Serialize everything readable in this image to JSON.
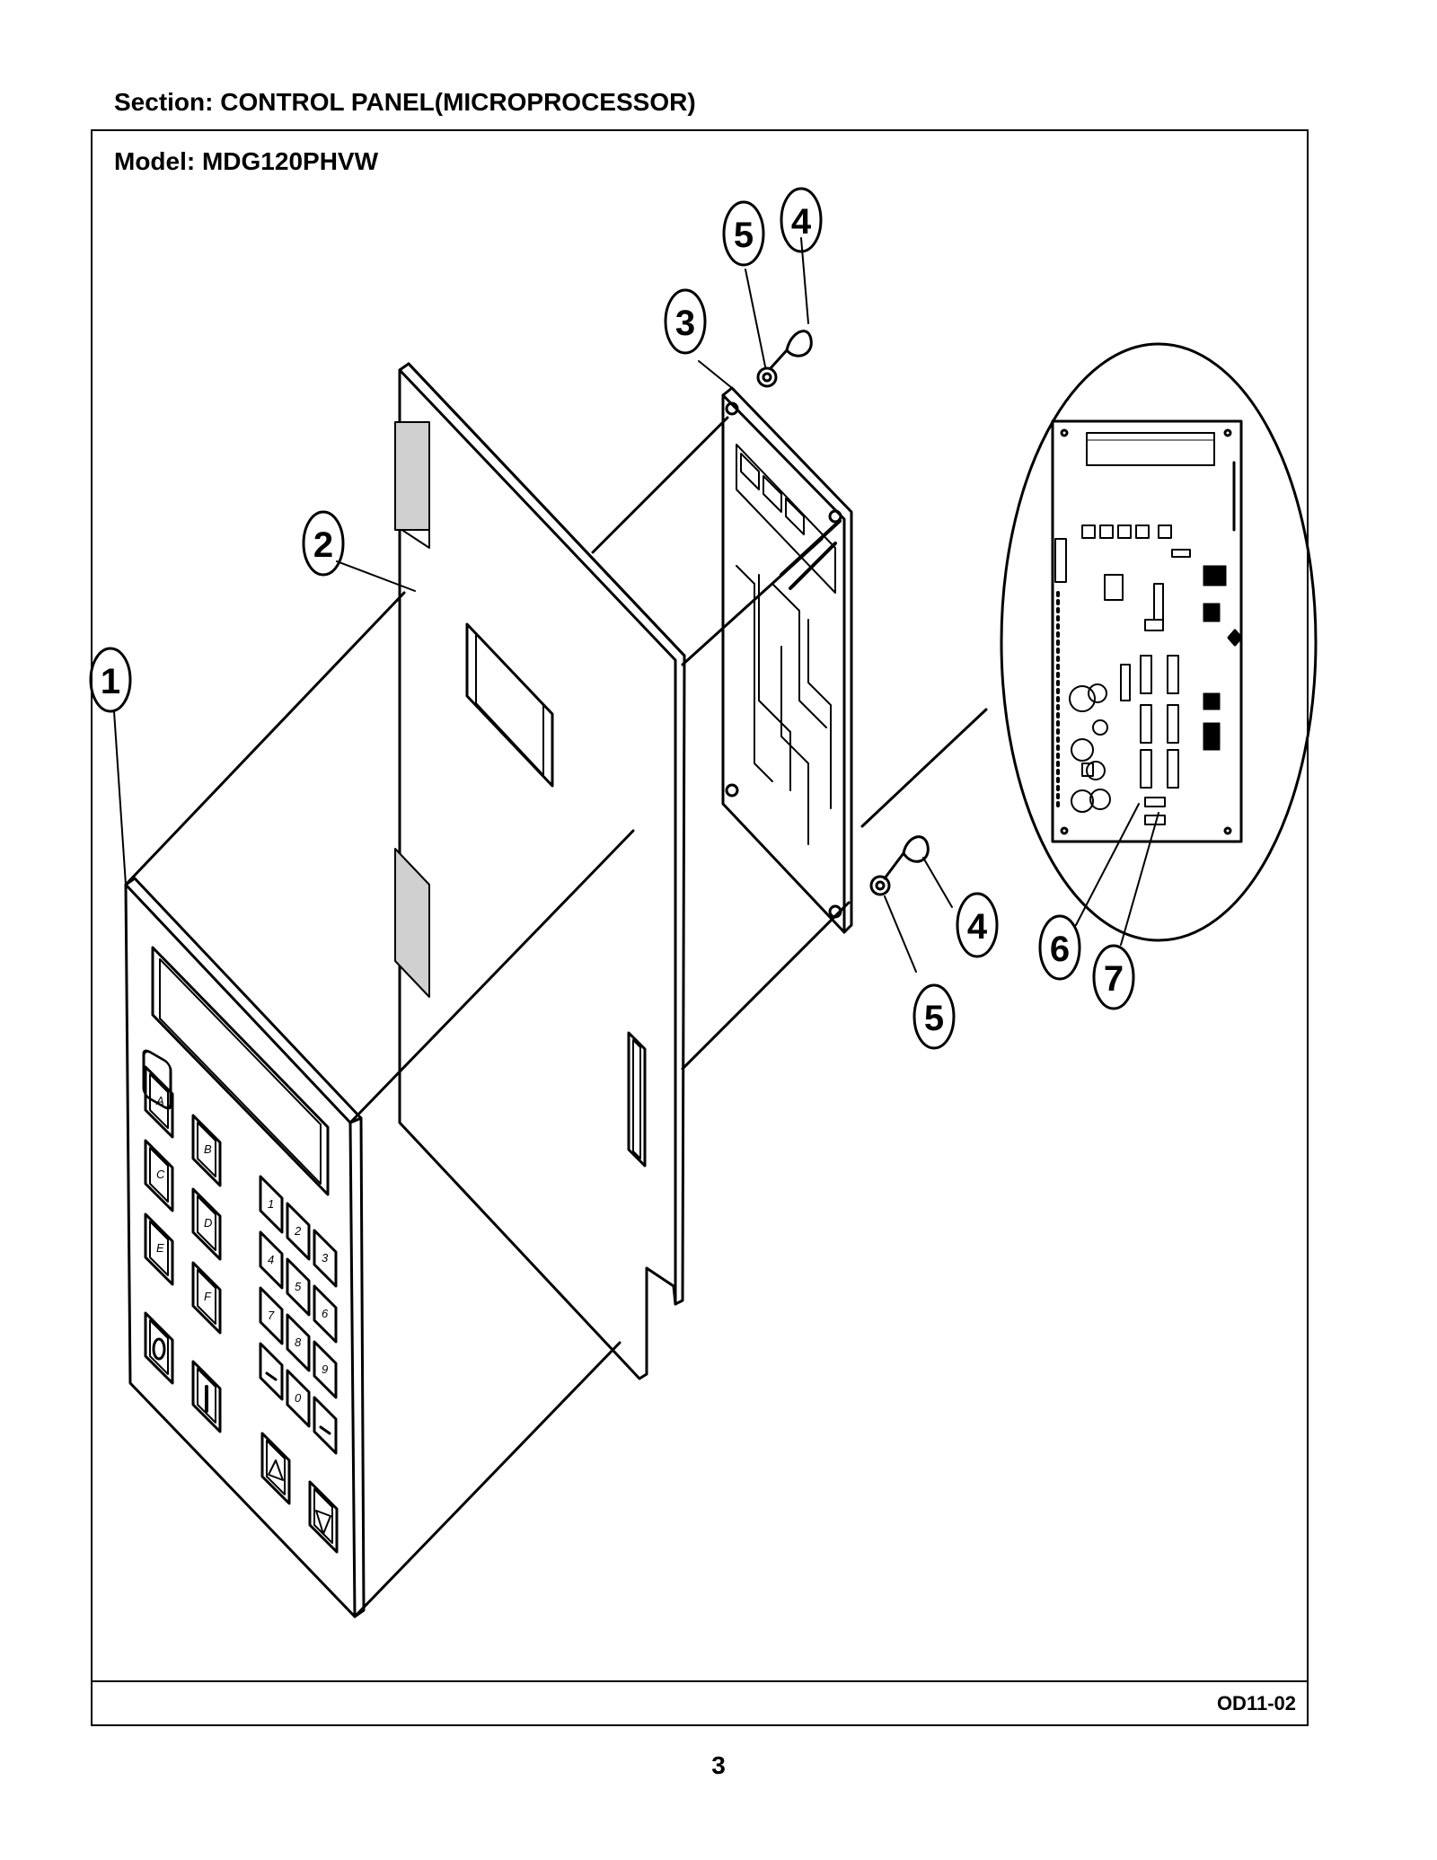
{
  "header": {
    "section_label": "Section:  CONTROL PANEL(MICROPROCESSOR)"
  },
  "frame": {
    "model_label": "Model:  MDG120PHVW",
    "drawing_code": "OD11-02"
  },
  "footer": {
    "page_number": "3"
  },
  "callouts": [
    "1",
    "2",
    "3",
    "4",
    "5",
    "4",
    "5",
    "6",
    "7"
  ],
  "keypad": {
    "letter_keys": [
      "A",
      "B",
      "C",
      "D",
      "E",
      "F"
    ],
    "number_keys": [
      "1",
      "2",
      "3",
      "4",
      "5",
      "6",
      "7",
      "8",
      "9",
      "0"
    ]
  }
}
